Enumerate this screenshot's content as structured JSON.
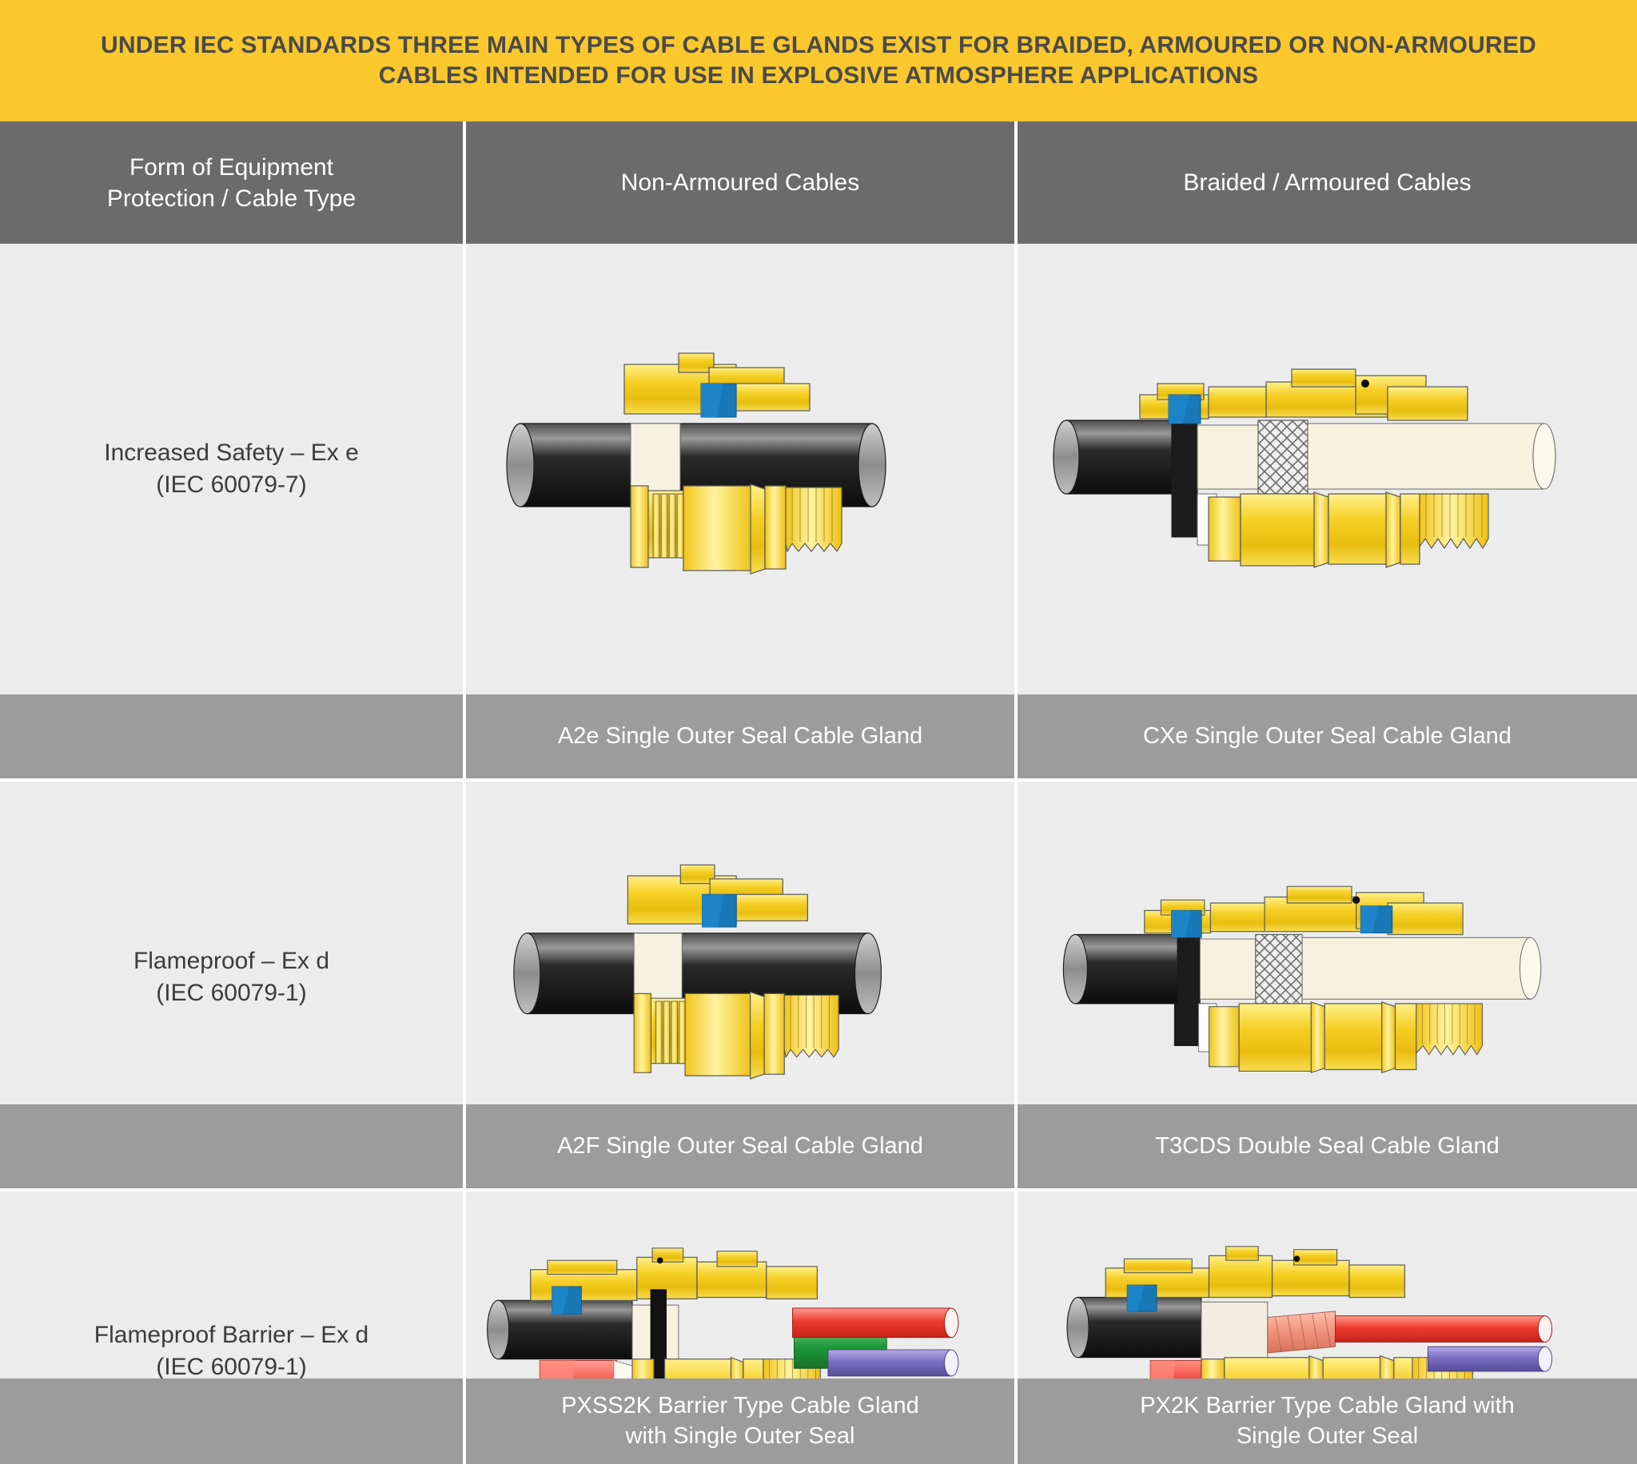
{
  "banner": {
    "text": "UNDER IEC STANDARDS THREE MAIN TYPES OF CABLE GLANDS EXIST FOR BRAIDED, ARMOURED OR NON-ARMOURED CABLES INTENDED FOR USE IN EXPLOSIVE ATMOSPHERE APPLICATIONS",
    "background_color": "#fac82d",
    "text_color": "#4a4a4a"
  },
  "header": {
    "col1": "Form of Equipment\nProtection / Cable Type",
    "col1_line1": "Form of Equipment",
    "col1_line2": "Protection / Cable Type",
    "col2": "Non-Armoured Cables",
    "col3": "Braided / Armoured Cables",
    "background_color": "#6b6b6b",
    "text_color": "#ffffff"
  },
  "rows": [
    {
      "label_line1": "Increased Safety – Ex e",
      "label_line2": "(IEC 60079-7)",
      "non_armoured": {
        "image": "a2e-single-outer-seal-cable-gland-diagram",
        "caption_line1": "A2e Single Outer Seal Cable Gland",
        "caption_line2": ""
      },
      "braided_armoured": {
        "image": "cxe-single-outer-seal-cable-gland-diagram",
        "caption_line1": "CXe Single Outer Seal Cable Gland",
        "caption_line2": ""
      }
    },
    {
      "label_line1": "Flameproof – Ex d",
      "label_line2": "(IEC 60079-1)",
      "non_armoured": {
        "image": "a2f-single-outer-seal-cable-gland-diagram",
        "caption_line1": "A2F Single Outer Seal Cable Gland",
        "caption_line2": ""
      },
      "braided_armoured": {
        "image": "t3cds-double-seal-cable-gland-diagram",
        "caption_line1": "T3CDS Double Seal Cable Gland",
        "caption_line2": ""
      }
    },
    {
      "label_line1": "Flameproof Barrier – Ex d",
      "label_line2": "(IEC 60079-1)",
      "non_armoured": {
        "image": "pxss2k-barrier-type-cable-gland-diagram",
        "caption_line1": "PXSS2K Barrier Type Cable Gland",
        "caption_line2": "with Single Outer Seal"
      },
      "braided_armoured": {
        "image": "px2k-barrier-type-cable-gland-diagram",
        "caption_line1": "PX2K Barrier Type Cable Gland with",
        "caption_line2": "Single Outer Seal"
      }
    }
  ],
  "colors": {
    "banner_yellow": "#fac82d",
    "header_gray": "#6b6b6b",
    "caption_gray": "#9c9c9c",
    "cell_background": "#ececec",
    "brass_light": "#ffe14d",
    "brass_mid": "#f0c417",
    "brass_dark": "#d9a800",
    "cable_black": "#2b2b2b",
    "seal_blue": "#1878b8",
    "seal_red": "#e8302a",
    "conductor_green": "#1f9c3a",
    "conductor_violet": "#7b6fc4",
    "ivory": "#f7f2df",
    "line_gray": "#555555"
  }
}
